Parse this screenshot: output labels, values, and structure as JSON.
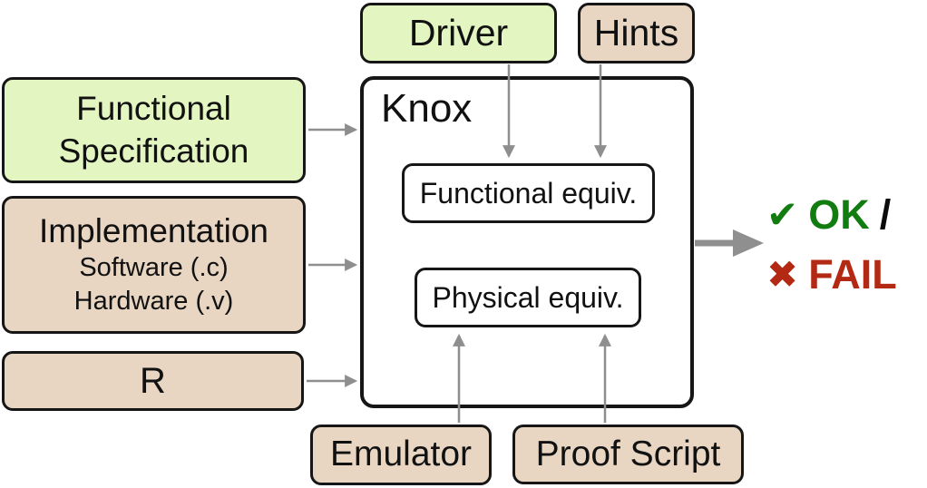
{
  "diagram": {
    "nodes": {
      "driver": {
        "label": "Driver"
      },
      "hints": {
        "label": "Hints"
      },
      "functional_specification": {
        "label": "Functional Specification"
      },
      "implementation": {
        "title": "Implementation",
        "detail1": "Software (.c)",
        "detail2": "Hardware (.v)"
      },
      "r": {
        "label": "R"
      },
      "knox": {
        "label": "Knox"
      },
      "functional_equiv": {
        "label": "Functional equiv."
      },
      "physical_equiv": {
        "label": "Physical equiv."
      },
      "emulator": {
        "label": "Emulator"
      },
      "proof_script": {
        "label": "Proof Script"
      }
    },
    "result": {
      "check_icon": "✔",
      "ok_label": "OK",
      "separator": "/",
      "cross_icon": "✖",
      "fail_label": "FAIL",
      "ok_color": "#117d11",
      "fail_color": "#b32914"
    },
    "colors": {
      "spec_fill_green": "#e3f6c1",
      "impl_fill_tan": "#e8d6c3",
      "box_border": "#161616",
      "arrow_gray": "#8e8e8e"
    },
    "edges": [
      {
        "from": "functional_specification",
        "to": "knox"
      },
      {
        "from": "implementation",
        "to": "knox"
      },
      {
        "from": "r",
        "to": "knox"
      },
      {
        "from": "driver",
        "to": "functional_equiv"
      },
      {
        "from": "hints",
        "to": "functional_equiv"
      },
      {
        "from": "emulator",
        "to": "physical_equiv"
      },
      {
        "from": "proof_script",
        "to": "physical_equiv"
      },
      {
        "from": "knox",
        "to": "result"
      }
    ]
  }
}
